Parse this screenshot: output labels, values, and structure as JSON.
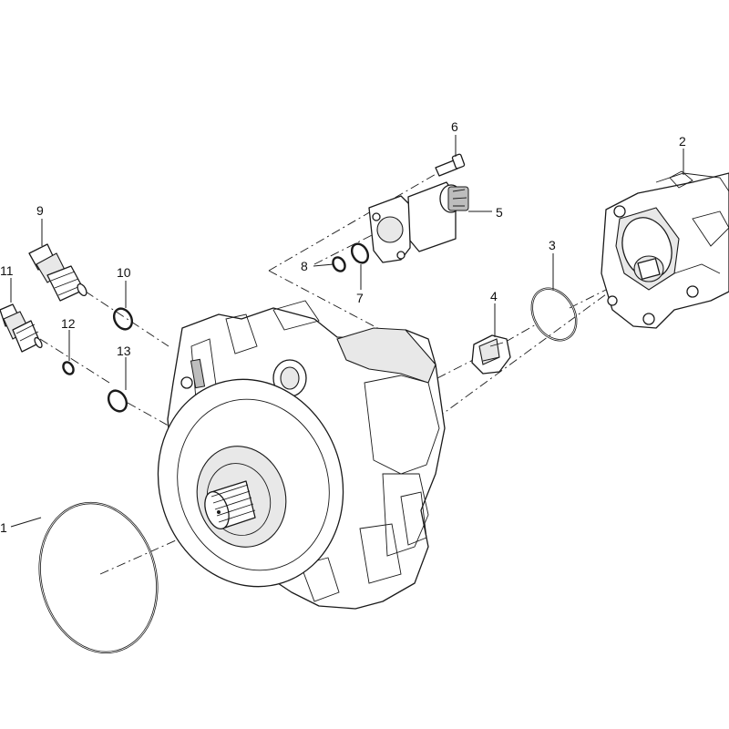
{
  "callouts": [
    {
      "id": "1",
      "part": "main-housing-oring"
    },
    {
      "id": "2",
      "part": "pump-cover-assembly"
    },
    {
      "id": "3",
      "part": "cover-oring"
    },
    {
      "id": "4",
      "part": "drive-coupling"
    },
    {
      "id": "5",
      "part": "metering-valve"
    },
    {
      "id": "6",
      "part": "valve-screw"
    },
    {
      "id": "7",
      "part": "valve-oring-large"
    },
    {
      "id": "8",
      "part": "valve-oring-small"
    },
    {
      "id": "9",
      "part": "fitting-upper"
    },
    {
      "id": "10",
      "part": "fitting-upper-oring"
    },
    {
      "id": "11",
      "part": "fitting-lower"
    },
    {
      "id": "12",
      "part": "fitting-lower-washer"
    },
    {
      "id": "13",
      "part": "fitting-lower-oring"
    }
  ]
}
